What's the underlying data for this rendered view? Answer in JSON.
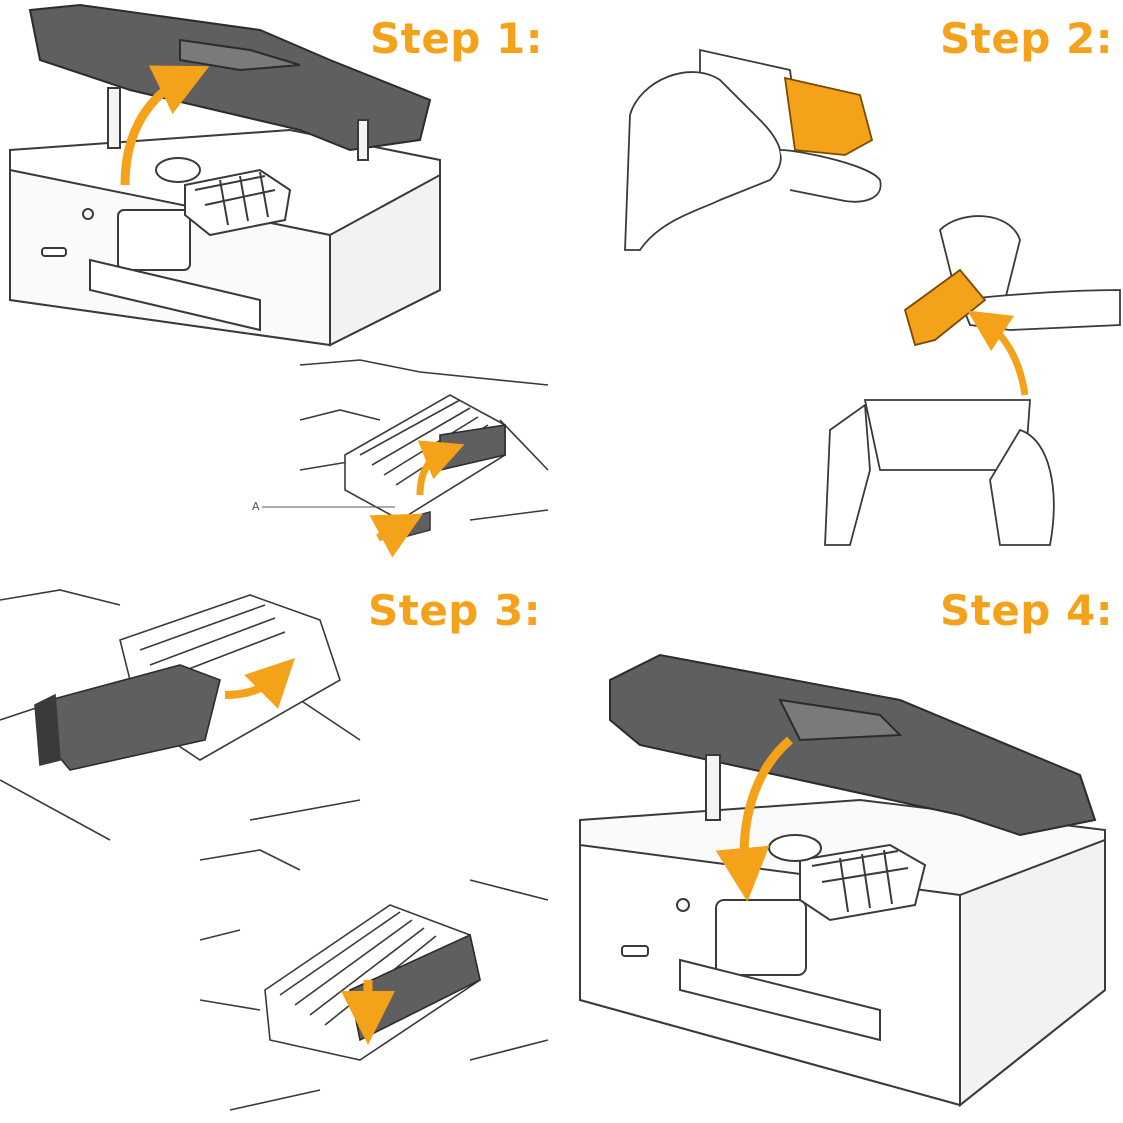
{
  "steps": {
    "step1": "Step 1:",
    "step2": "Step 2:",
    "step3": "Step 3:",
    "step4": "Step 4:"
  },
  "callout_a": "A",
  "colors": {
    "accent": "#f5a21b",
    "line": "#3a3a3a",
    "dark_part": "#5f5f5f"
  },
  "icons": [
    "printer-open-illustration",
    "ink-tank-illustration",
    "hand-illustration",
    "curved-arrow-icon",
    "down-arrow-icon"
  ]
}
